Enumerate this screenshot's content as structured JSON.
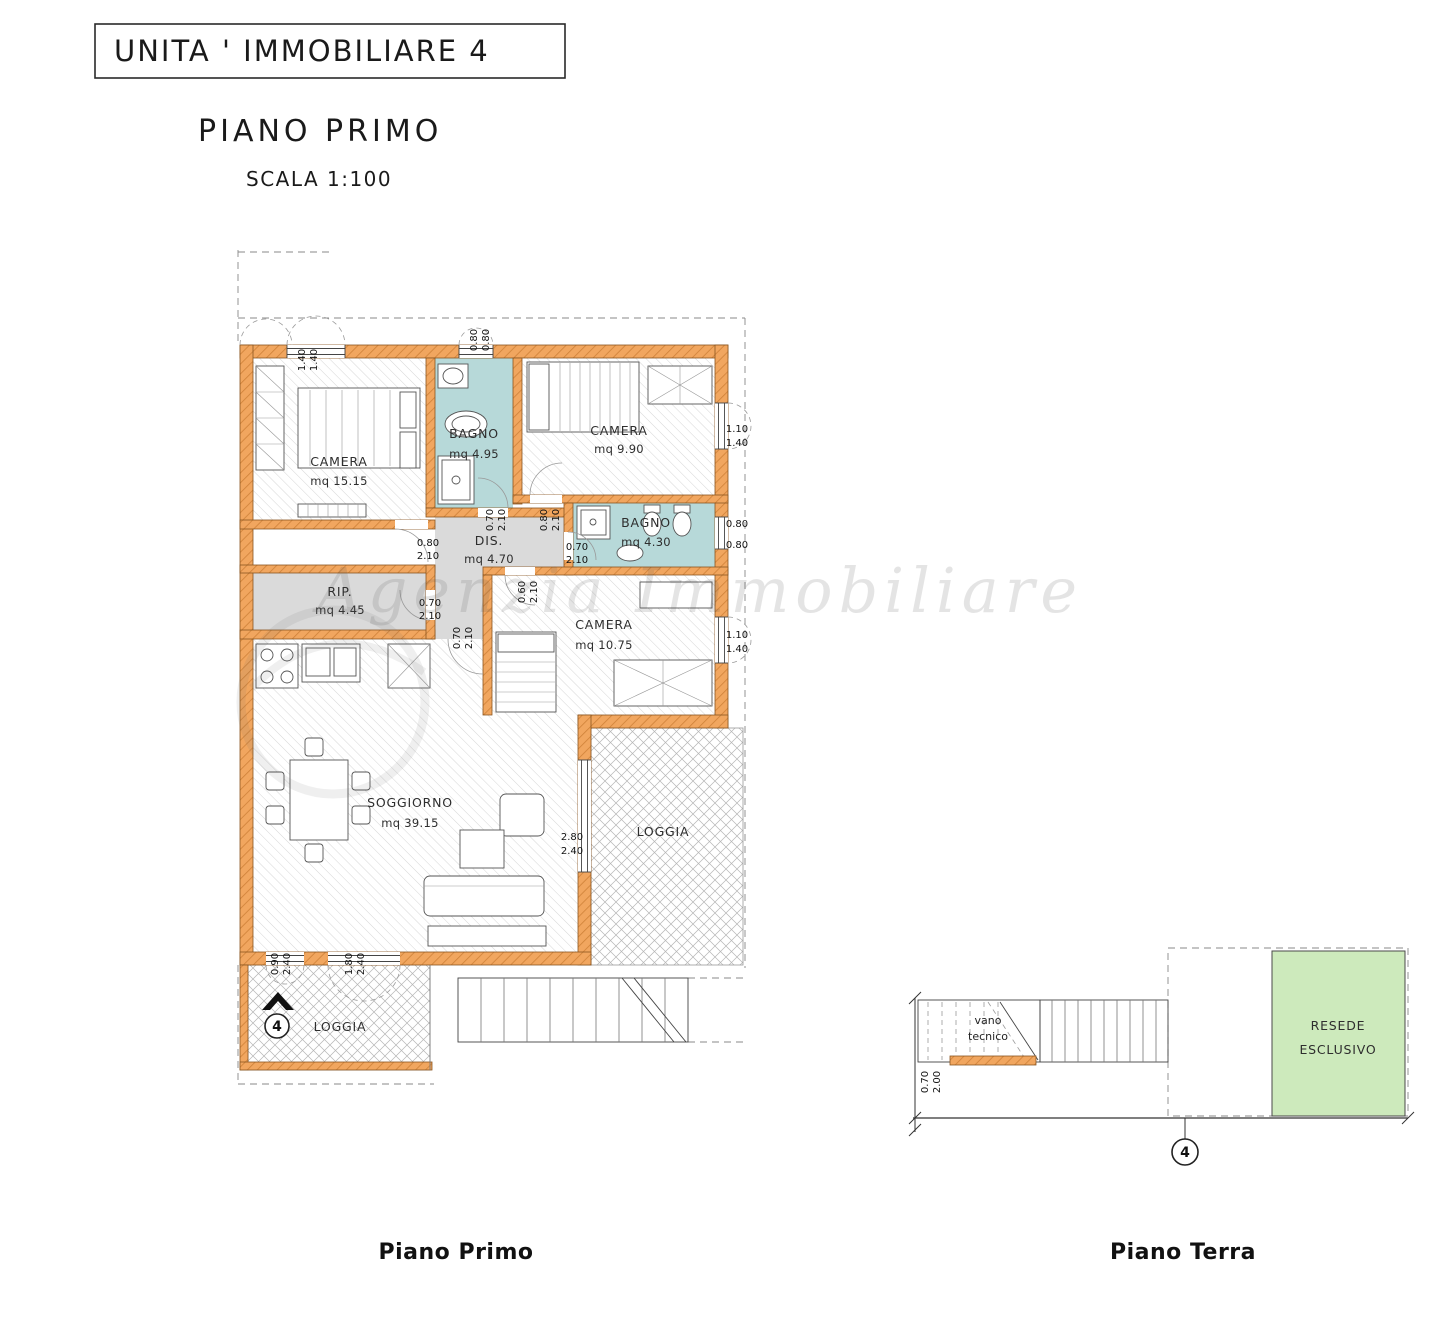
{
  "header": {
    "unit_title": "UNITA ' IMMOBILIARE  4",
    "floor_title": "PIANO PRIMO",
    "scale_label": "SCALA 1:100"
  },
  "watermark": {
    "text": "Agenzia Immobiliare"
  },
  "first_floor": {
    "caption": "Piano Primo",
    "unit_marker": "4",
    "rooms": {
      "camera_1": {
        "label": "CAMERA",
        "area": "mq 15.15"
      },
      "bagno_1": {
        "label": "BAGNO",
        "area": "mq 4.95"
      },
      "camera_2": {
        "label": "CAMERA",
        "area": "mq 9.90"
      },
      "bagno_2": {
        "label": "BAGNO",
        "area": "mq 4.30"
      },
      "disimpegno": {
        "label": "DIS.",
        "area": "mq 4.70"
      },
      "ripostiglio": {
        "label": "RIP.",
        "area": "mq 4.45"
      },
      "camera_3": {
        "label": "CAMERA",
        "area": "mq 10.75"
      },
      "soggiorno": {
        "label": "SOGGIORNO",
        "area": "mq 39.15"
      },
      "loggia_east": {
        "label": "LOGGIA"
      },
      "loggia_south": {
        "label": "LOGGIA"
      }
    },
    "dimensions": {
      "win_camera1": {
        "w": "1.40",
        "h": "1.40"
      },
      "win_bagno1": {
        "w": "0.80",
        "h": "0.80"
      },
      "win_camera2": {
        "w": "1.10",
        "h": "1.40"
      },
      "door_camera1": {
        "w": "0.80",
        "h": "2.10"
      },
      "door_bagno1": {
        "w": "0.70",
        "h": "2.10"
      },
      "door_camera2": {
        "w": "0.80",
        "h": "2.10"
      },
      "win_bagno2": {
        "w": "0.80",
        "h": "0.80"
      },
      "door_bagno2": {
        "w": "0.70",
        "h": "2.10"
      },
      "door_camera3": {
        "w": "0.60",
        "h": "2.10"
      },
      "door_rip": {
        "w": "0.70",
        "h": "2.10"
      },
      "door_soggiorno": {
        "w": "0.70",
        "h": "2.10"
      },
      "win_camera3": {
        "w": "1.10",
        "h": "1.40"
      },
      "door_loggia": {
        "w": "2.80",
        "h": "2.40"
      },
      "win_soggiorno1": {
        "w": "0.90",
        "h": "2.40"
      },
      "win_soggiorno2": {
        "w": "1.80",
        "h": "2.40"
      }
    }
  },
  "ground_floor": {
    "caption": "Piano Terra",
    "unit_marker": "4",
    "rooms": {
      "vano_tecnico": {
        "line1": "vano",
        "line2": "tecnico"
      },
      "resede": {
        "line1": "RESEDE",
        "line2": "ESCLUSIVO"
      }
    },
    "dimensions": {
      "door_vano": {
        "w": "0.70",
        "h": "2.00"
      }
    }
  },
  "colors": {
    "wall_fill": "#f1a65f",
    "wall_hatch": "#cf8138",
    "bathroom_floor": "#b7d9d9",
    "service_floor": "#dadada",
    "resede_green": "#cdeabc"
  }
}
